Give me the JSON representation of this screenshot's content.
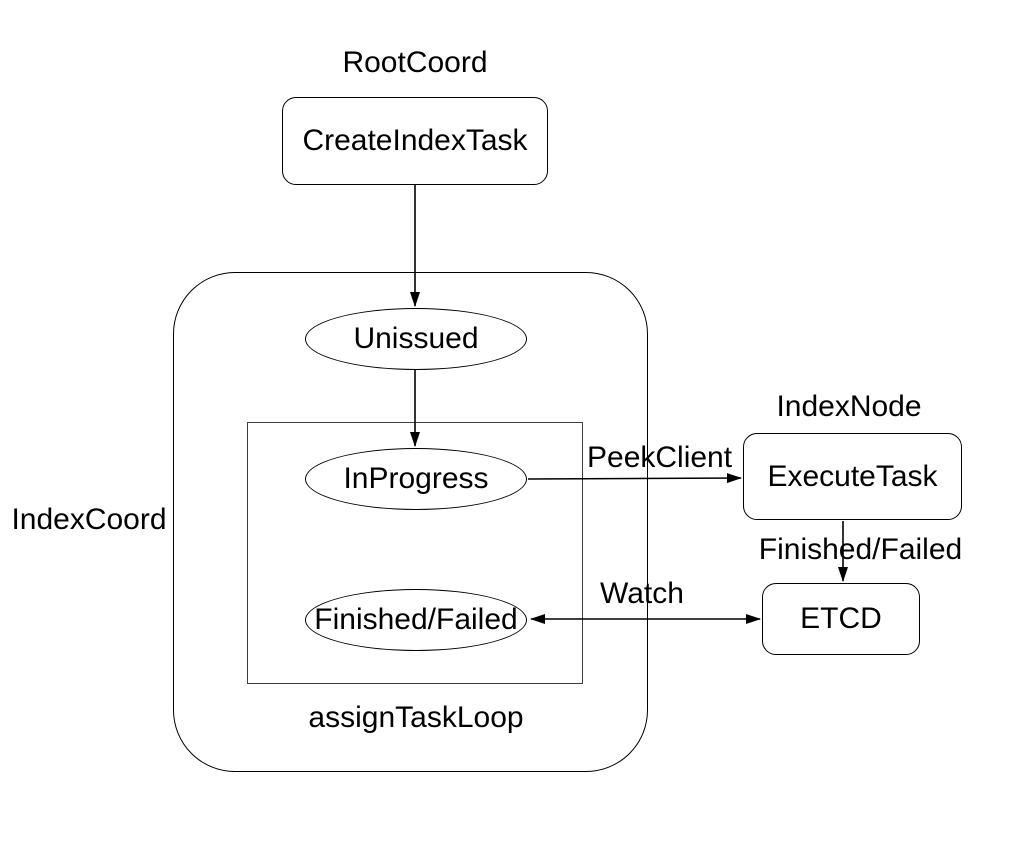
{
  "diagram": {
    "colors": {
      "background": "#ffffff",
      "stroke": "#000000",
      "text": "#000000"
    },
    "groups": {
      "root_coord": "RootCoord",
      "index_coord": "IndexCoord",
      "index_node": "IndexNode",
      "assign_task_loop": "assignTaskLoop"
    },
    "nodes": {
      "create_index_task": "CreateIndexTask",
      "unissued": "Unissued",
      "in_progress": "InProgress",
      "finished_failed": "Finished/Failed",
      "execute_task": "ExecuteTask",
      "etcd": "ETCD"
    },
    "edges": {
      "peek_client": "PeekClient",
      "finished_failed": "Finished/Failed",
      "watch": "Watch"
    }
  }
}
